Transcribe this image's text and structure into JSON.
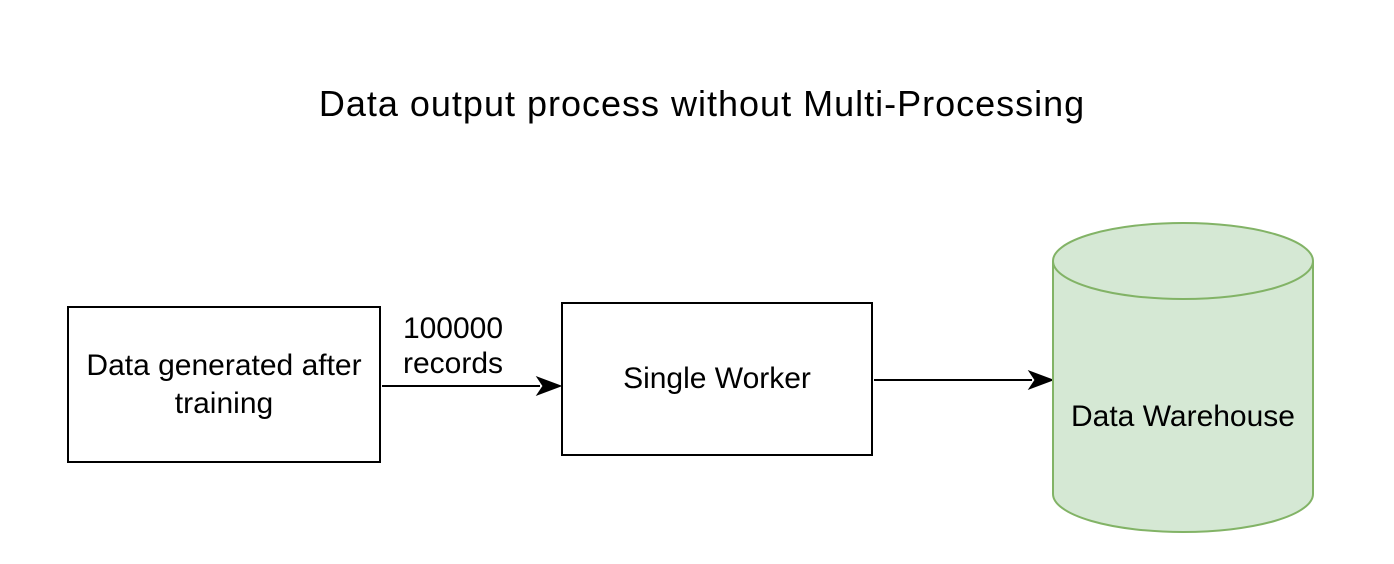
{
  "title": "Data output process without Multi-Processing",
  "diagram": {
    "nodes": [
      {
        "id": "source",
        "shape": "rectangle",
        "label": "Data generated after training"
      },
      {
        "id": "worker",
        "shape": "rectangle",
        "label": "Single Worker"
      },
      {
        "id": "warehouse",
        "shape": "cylinder",
        "label": "Data Warehouse"
      }
    ],
    "edges": [
      {
        "from": "source",
        "to": "worker",
        "label": "100000 records"
      },
      {
        "from": "worker",
        "to": "warehouse",
        "label": ""
      }
    ]
  },
  "colors": {
    "background": "#ffffff",
    "line": "#000000",
    "box_stroke": "#000000",
    "box_fill": "#ffffff",
    "cylinder_fill": "#d5e8d4",
    "cylinder_stroke": "#82b366",
    "text": "#000000"
  }
}
